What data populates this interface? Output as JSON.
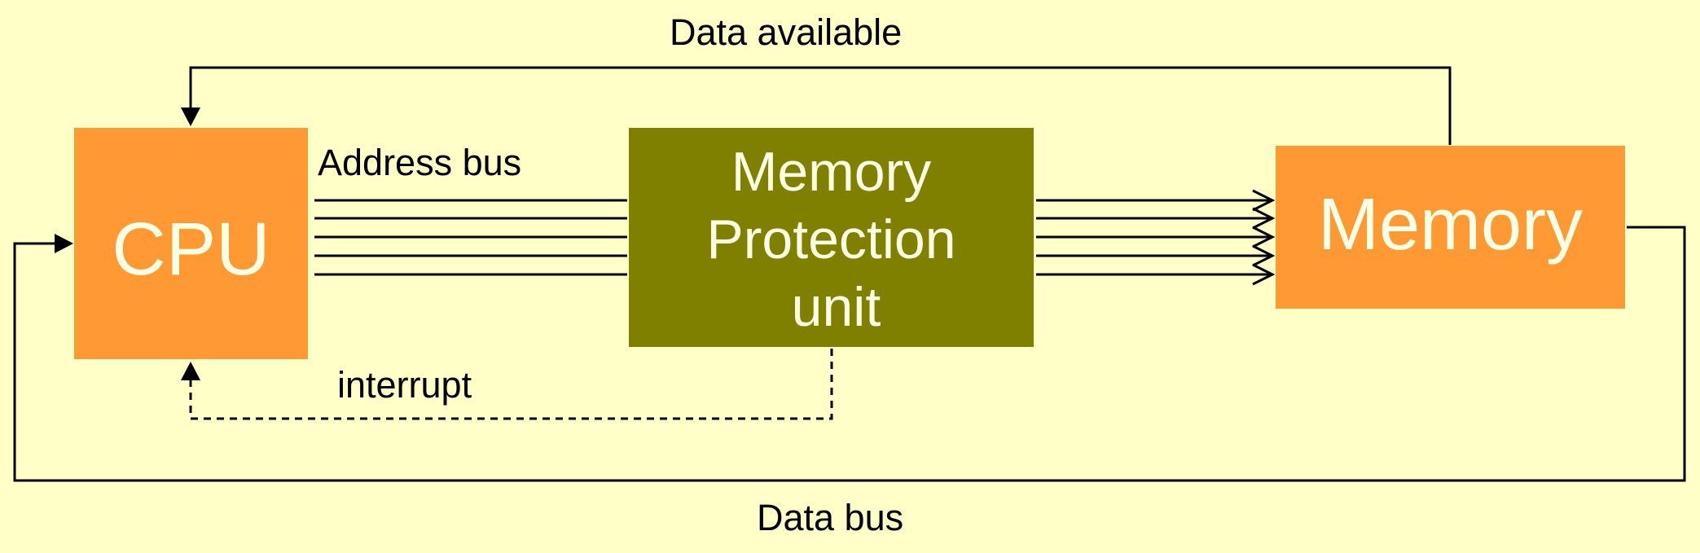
{
  "blocks": {
    "cpu": "CPU",
    "mpu": [
      "Memory",
      "Protection",
      "unit"
    ],
    "memory": "Memory"
  },
  "labels": {
    "data_available": "Data available",
    "address_bus": "Address bus",
    "interrupt": "interrupt",
    "data_bus": "Data bus"
  },
  "colors": {
    "background": "#FFFFC8",
    "cpu_fill": "#FF9933",
    "mpu_fill": "#808000",
    "memory_fill": "#FF9933",
    "block_text": "#FFFFE6",
    "line": "#000000"
  },
  "connections": {
    "address_bus_lines": 5,
    "data_available": {
      "from": "memory",
      "to": "cpu",
      "style": "solid"
    },
    "interrupt": {
      "from": "mpu",
      "to": "cpu",
      "style": "dashed"
    },
    "data_bus": {
      "from": "memory",
      "to": "cpu",
      "style": "solid"
    }
  }
}
